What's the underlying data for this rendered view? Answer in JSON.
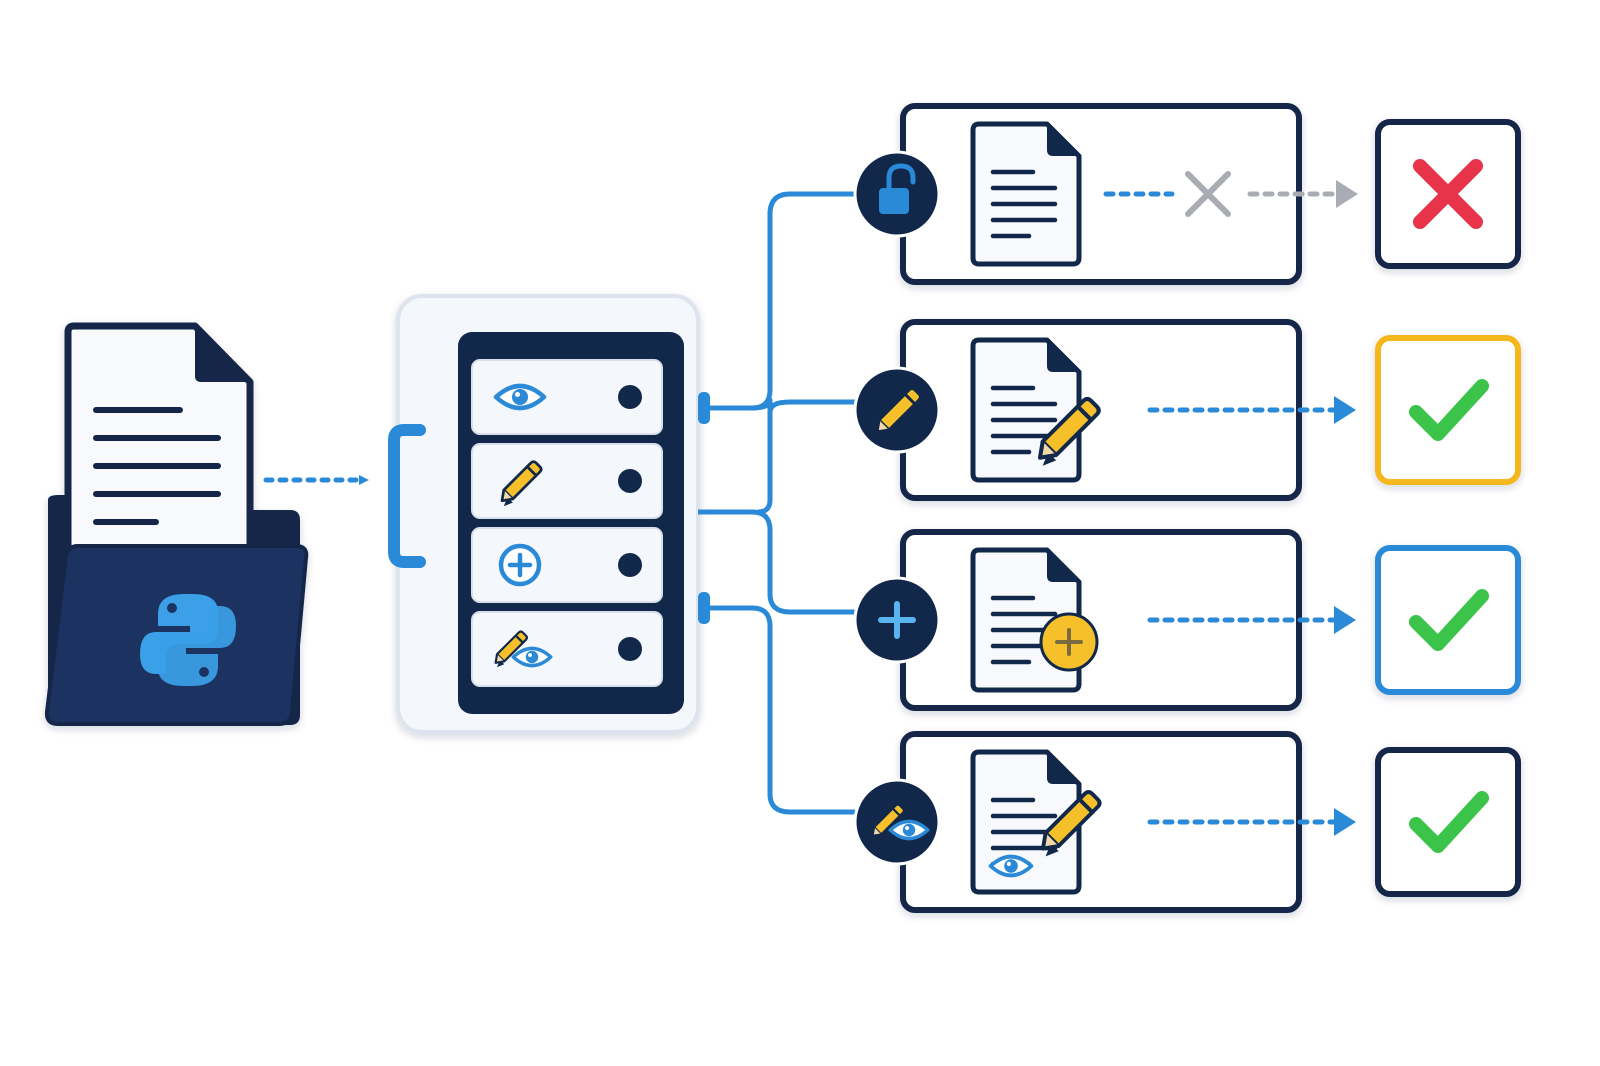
{
  "diagram": {
    "source": {
      "folder_icon": "folder-icon",
      "document_icon": "document-icon",
      "badge_icon": "python-logo-icon"
    },
    "cabinet": {
      "drawers": [
        {
          "icon": "eye-icon",
          "mode": "read"
        },
        {
          "icon": "pencil-icon",
          "mode": "write"
        },
        {
          "icon": "plus-circle-icon",
          "mode": "append"
        },
        {
          "icon": "pencil-eye-icon",
          "mode": "read-write"
        }
      ]
    },
    "branches": [
      {
        "mode_icon": "unlocked-padlock-icon",
        "doc_icon": "document-icon",
        "result": "denied",
        "result_icon": "red-x-icon",
        "result_border": "#12284a"
      },
      {
        "mode_icon": "pencil-icon",
        "doc_icon": "document-edit-icon",
        "result": "allowed",
        "result_icon": "green-check-icon",
        "result_border": "#f5b81c"
      },
      {
        "mode_icon": "plus-icon",
        "doc_icon": "document-add-icon",
        "result": "allowed",
        "result_icon": "green-check-icon",
        "result_border": "#2a8ad8"
      },
      {
        "mode_icon": "pencil-eye-icon",
        "doc_icon": "document-view-edit-icon",
        "result": "allowed",
        "result_icon": "green-check-icon",
        "result_border": "#12284a"
      }
    ],
    "colors": {
      "navy": "#12284a",
      "blue": "#2a8ad8",
      "yellow": "#f5c02a",
      "green": "#3cc44a",
      "red": "#e8344a",
      "grey": "#a9adb3"
    }
  }
}
